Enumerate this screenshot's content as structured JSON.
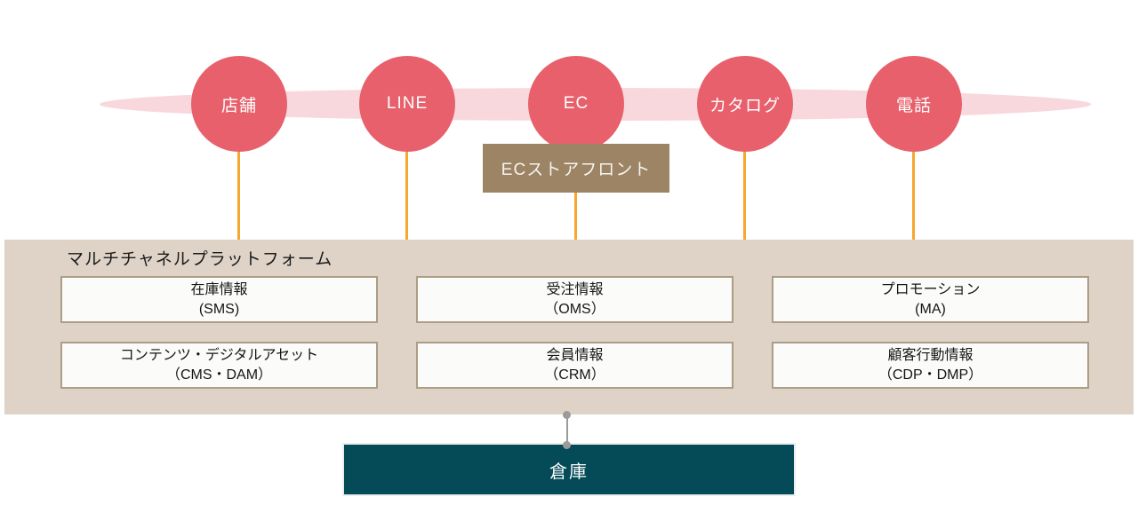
{
  "diagram": {
    "channels": [
      {
        "label": "店舗"
      },
      {
        "label": "LINE"
      },
      {
        "label": "EC"
      },
      {
        "label": "カタログ"
      },
      {
        "label": "電話"
      }
    ],
    "storefront": {
      "label": "ECストアフロント"
    },
    "platform": {
      "title": "マルチチャネルプラットフォーム",
      "modules": [
        {
          "line1": "在庫情報",
          "line2": "(SMS)"
        },
        {
          "line1": "受注情報",
          "line2": "（OMS）"
        },
        {
          "line1": "プロモーション",
          "line2": "(MA)"
        },
        {
          "line1": "コンテンツ・デジタルアセット",
          "line2": "（CMS・DAM）"
        },
        {
          "line1": "会員情報",
          "line2": "（CRM）"
        },
        {
          "line1": "顧客行動情報",
          "line2": "（CDP・DMP）"
        }
      ]
    },
    "warehouse": {
      "label": "倉庫"
    },
    "colors": {
      "channel_circle": "#e7606c",
      "highlight_ellipse": "#f8d8dd",
      "connector_orange": "#f7a62e",
      "storefront_bg": "#9c8465",
      "platform_bg": "#ded3c6",
      "module_bg": "#fbfbfa",
      "module_border": "#ac9d86",
      "warehouse_bg": "#054b57",
      "connector_gray": "#9b9b9b"
    }
  }
}
